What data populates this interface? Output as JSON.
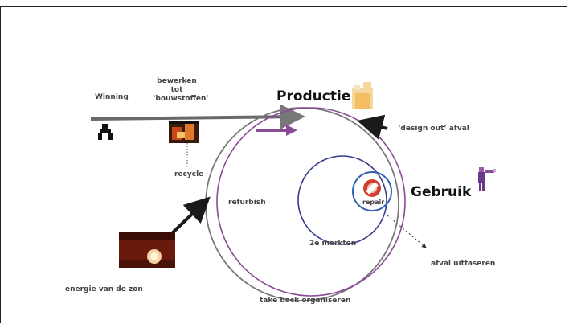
{
  "labels": {
    "winning": "Winning",
    "bewerken": [
      "bewerken",
      "tot",
      "‘bouwstoffen’"
    ],
    "productie": "Productie",
    "gebruik": "Gebruik",
    "design_out": "‘design out’ afval",
    "recycle": "recycle",
    "refurbish": "refurbish",
    "repair": "repair",
    "markten": "2e markten",
    "afval_uitfaseren": "afval uitfaseren",
    "energie": "energie van de zon",
    "take_back": "take back organiseren"
  },
  "colors": {
    "purple": "#8a4a96",
    "navy": "#343c8c",
    "blue": "#2f5fb0",
    "gray": "#777777",
    "black": "#1a1a1a"
  },
  "icons": [
    "mining-icon",
    "furnace-icon",
    "factory-icon",
    "person-icon",
    "sun-icon",
    "repair-icon"
  ]
}
